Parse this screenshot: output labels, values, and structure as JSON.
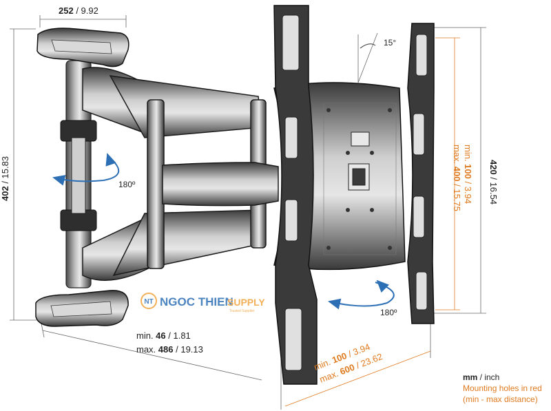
{
  "dimensions": {
    "arm_width": {
      "value": "252",
      "inch": " / 9.92"
    },
    "wall_height": {
      "value": "402",
      "inch": " / 15.83"
    },
    "plate_height": {
      "value": "420",
      "inch": " / 16.54"
    },
    "extension_min": {
      "prefix": "min. ",
      "value": "46",
      "inch": " / 1.81"
    },
    "extension_max": {
      "prefix": "max. ",
      "value": "486",
      "inch": " / 19.13"
    },
    "vesa_vertical_min": {
      "prefix": "min. ",
      "value": "100",
      "inch": " / 3.94"
    },
    "vesa_vertical_max": {
      "prefix": "max. ",
      "value": "400",
      "inch": " / 15.75"
    },
    "vesa_horizontal_min": {
      "prefix": "min. ",
      "value": "100",
      "inch": " / 3.94"
    },
    "vesa_horizontal_max": {
      "prefix": "max. ",
      "value": "600",
      "inch": " / 23.62"
    }
  },
  "angles": {
    "tilt": "15°",
    "swivel_arm": "180º",
    "swivel_plate": "180º"
  },
  "legend": {
    "units_bold": "mm",
    "units_rest": " / inch",
    "line2": "Mounting holes in red",
    "line3": "(min - max distance)"
  },
  "watermark": {
    "badge": "NT",
    "name": "NGOC THIEN",
    "supply": "SUPPLY",
    "tagline": "Trusted Supplier"
  },
  "colors": {
    "accent_orange": "#e07a1f",
    "arrow_blue": "#2c6fb5",
    "metal_dark": "#2b2b2b"
  }
}
